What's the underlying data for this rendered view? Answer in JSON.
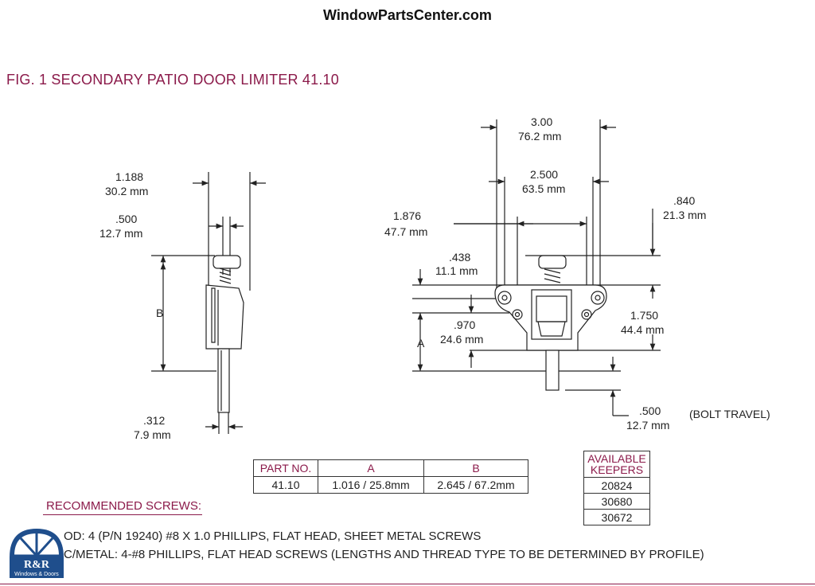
{
  "header": {
    "site": "WindowPartsCenter.com"
  },
  "figure": {
    "title": "FIG. 1  SECONDARY PATIO DOOR LIMITER 41.10"
  },
  "side_view": {
    "dim_width_in": "1.188",
    "dim_width_mm": "30.2 mm",
    "dim_bolt_in": ".500",
    "dim_bolt_mm": "12.7 mm",
    "label_b": "B",
    "dim_shaft_in": ".312",
    "dim_shaft_mm": "7.9 mm"
  },
  "front_view": {
    "dim_overall_in": "3.00",
    "dim_overall_mm": "76.2 mm",
    "dim_holes_in": "2.500",
    "dim_holes_mm": "63.5 mm",
    "dim_body_in": "1.876",
    "dim_body_mm": "47.7 mm",
    "dim_top_in": ".840",
    "dim_top_mm": "21.3 mm",
    "dim_knob_in": ".438",
    "dim_knob_mm": "11.1 mm",
    "dim_mid_in": ".970",
    "dim_mid_mm": "24.6 mm",
    "dim_height_in": "1.750",
    "dim_height_mm": "44.4 mm",
    "label_a": "A",
    "dim_travel_in": ".500",
    "dim_travel_mm": "12.7 mm",
    "bolt_travel": "(BOLT TRAVEL)"
  },
  "parts_table": {
    "headers": [
      "PART NO.",
      "A",
      "B"
    ],
    "rows": [
      [
        "41.10",
        "1.016 / 25.8mm",
        "2.645 / 67.2mm"
      ]
    ]
  },
  "keepers": {
    "header_line1": "AVAILABLE",
    "header_line2": "KEEPERS",
    "items": [
      "20824",
      "30680",
      "30672"
    ]
  },
  "screws": {
    "heading": "RECOMMENDED SCREWS:",
    "line1": "OD: 4 (P/N 19240) #8 X 1.0 PHILLIPS, FLAT HEAD, SHEET METAL SCREWS",
    "line2": "C/METAL: 4-#8 PHILLIPS, FLAT HEAD SCREWS (LENGTHS AND THREAD TYPE TO BE DETERMINED BY PROFILE)"
  },
  "logo": {
    "text": "R&R",
    "subtext": "Windows & Doors"
  },
  "colors": {
    "accent": "#8b1a4a",
    "logo_blue": "#1f4e8c"
  }
}
